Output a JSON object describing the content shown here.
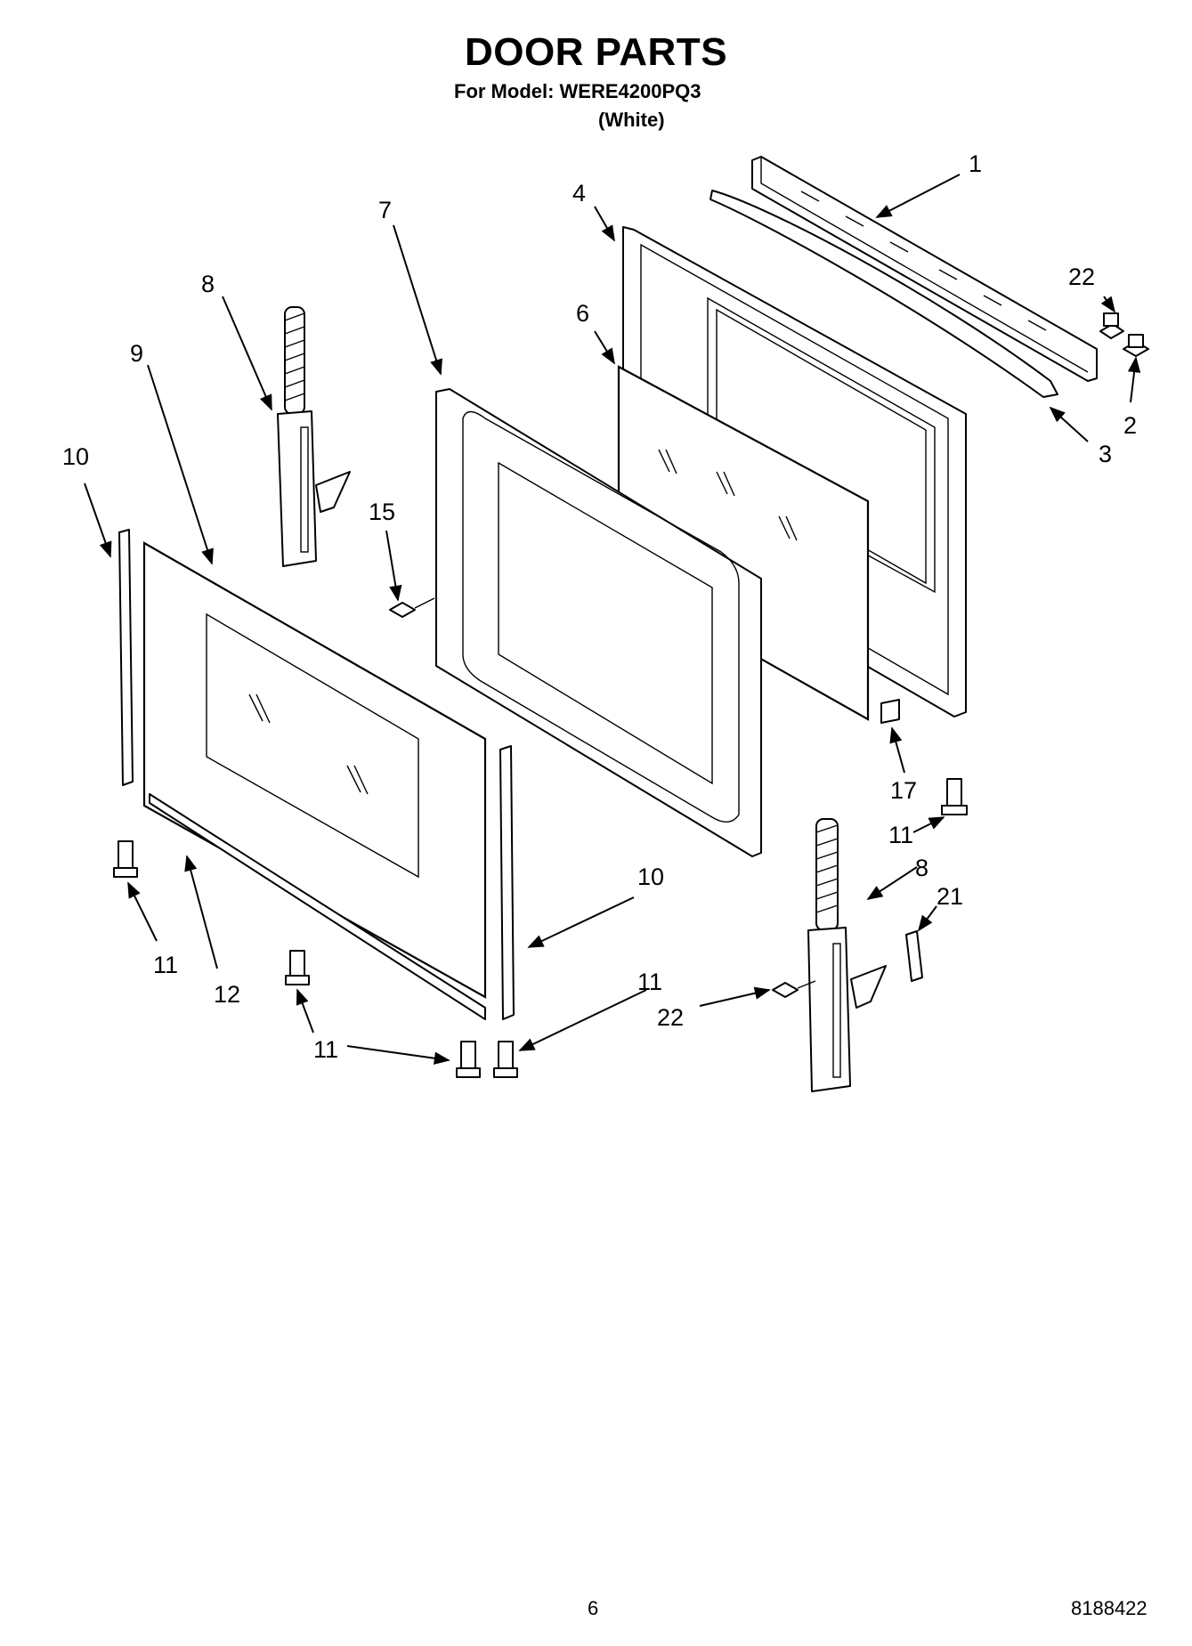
{
  "header": {
    "title": "DOOR PARTS",
    "model_line": "For Model: WERE4200PQ3",
    "variant": "(White)"
  },
  "footer": {
    "page_number": "6",
    "document_number": "8188422"
  },
  "callouts": [
    {
      "id": "c1",
      "label": "1"
    },
    {
      "id": "c22a",
      "label": "22"
    },
    {
      "id": "c2",
      "label": "2"
    },
    {
      "id": "c3",
      "label": "3"
    },
    {
      "id": "c4",
      "label": "4"
    },
    {
      "id": "c6",
      "label": "6"
    },
    {
      "id": "c7",
      "label": "7"
    },
    {
      "id": "c8a",
      "label": "8"
    },
    {
      "id": "c9",
      "label": "9"
    },
    {
      "id": "c10a",
      "label": "10"
    },
    {
      "id": "c15",
      "label": "15"
    },
    {
      "id": "c17",
      "label": "17"
    },
    {
      "id": "c11a",
      "label": "11"
    },
    {
      "id": "c8b",
      "label": "8"
    },
    {
      "id": "c21",
      "label": "21"
    },
    {
      "id": "c10b",
      "label": "10"
    },
    {
      "id": "c11b",
      "label": "11"
    },
    {
      "id": "c12",
      "label": "12"
    },
    {
      "id": "c11c",
      "label": "11"
    },
    {
      "id": "c22b",
      "label": "22"
    },
    {
      "id": "c11d",
      "label": "11"
    }
  ]
}
